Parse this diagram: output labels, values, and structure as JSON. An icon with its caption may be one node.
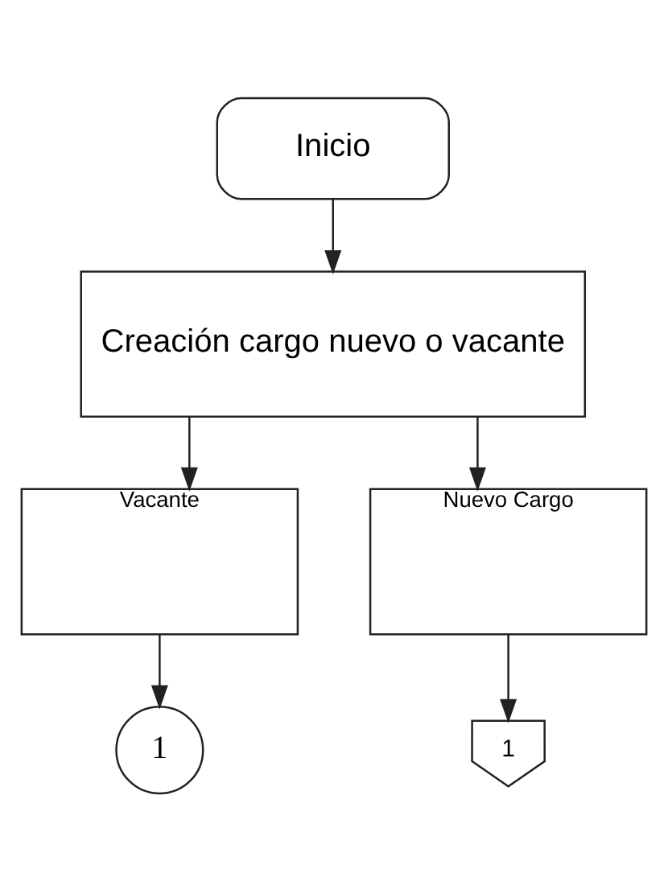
{
  "diagram": {
    "nodes": [
      {
        "text": [
          "Inicio"
        ]
      },
      {
        "text": [
          "Creación cargo nuevo o vacante"
        ]
      },
      {
        "text": [
          "Vacante"
        ]
      },
      {
        "text": [
          "Nuevo Cargo"
        ]
      },
      {
        "text": [
          "1"
        ]
      },
      {
        "text": [
          "1"
        ]
      }
    ],
    "edges": [
      {
        "from": 0,
        "to": 1,
        "arrow": "to"
      },
      {
        "from": 1,
        "to": 2,
        "arrow": "to"
      },
      {
        "from": 1,
        "to": 3,
        "arrow": "to"
      },
      {
        "from": 2,
        "to": 4,
        "arrow": "to"
      },
      {
        "from": 3,
        "to": 5,
        "arrow": "to"
      }
    ]
  }
}
